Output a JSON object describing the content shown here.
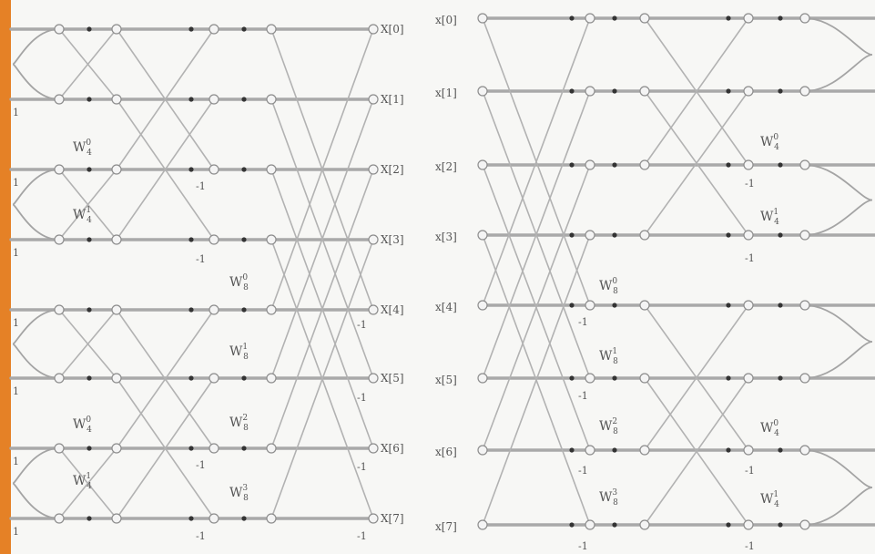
{
  "colors": {
    "accent_bar": "#e58126",
    "wire": "#a9a9a9",
    "node": "#f4f4f4"
  },
  "left_diagram": {
    "outputs": [
      "X[0]",
      "X[1]",
      "X[2]",
      "X[3]",
      "X[4]",
      "X[5]",
      "X[6]",
      "X[7]"
    ],
    "left_markers": [
      "1",
      "1",
      "1",
      "1",
      "1",
      "1",
      "1"
    ],
    "twiddles": {
      "stage1": [
        "W",
        "W",
        "W",
        "W"
      ],
      "stage1_sub": [
        "4",
        "4",
        "4",
        "4"
      ],
      "stage1_sup": [
        "0",
        "1",
        "0",
        "1"
      ],
      "stage2": [
        "W",
        "W",
        "W",
        "W"
      ],
      "stage2_sub": [
        "8",
        "8",
        "8",
        "8"
      ],
      "stage2_sup": [
        "0",
        "1",
        "2",
        "3"
      ]
    },
    "minus_stage1": [
      "-1",
      "-1",
      "-1",
      "-1"
    ],
    "minus_stage2": [
      "-1",
      "-1",
      "-1",
      "-1"
    ]
  },
  "right_diagram": {
    "inputs": [
      "x[0]",
      "x[1]",
      "x[2]",
      "x[3]",
      "x[4]",
      "x[5]",
      "x[6]",
      "x[7]"
    ],
    "twiddles": {
      "stage1": [
        "W",
        "W",
        "W",
        "W"
      ],
      "stage1_sub": [
        "8",
        "8",
        "8",
        "8"
      ],
      "stage1_sup": [
        "0",
        "1",
        "2",
        "3"
      ],
      "stage2": [
        "W",
        "W",
        "W",
        "W"
      ],
      "stage2_sub": [
        "4",
        "4",
        "4",
        "4"
      ],
      "stage2_sup": [
        "0",
        "1",
        "0",
        "1"
      ]
    },
    "minus_stage1": [
      "-1",
      "-1",
      "-1",
      "-1"
    ],
    "minus_stage2": [
      "-1",
      "-1",
      "-1",
      "-1"
    ]
  }
}
